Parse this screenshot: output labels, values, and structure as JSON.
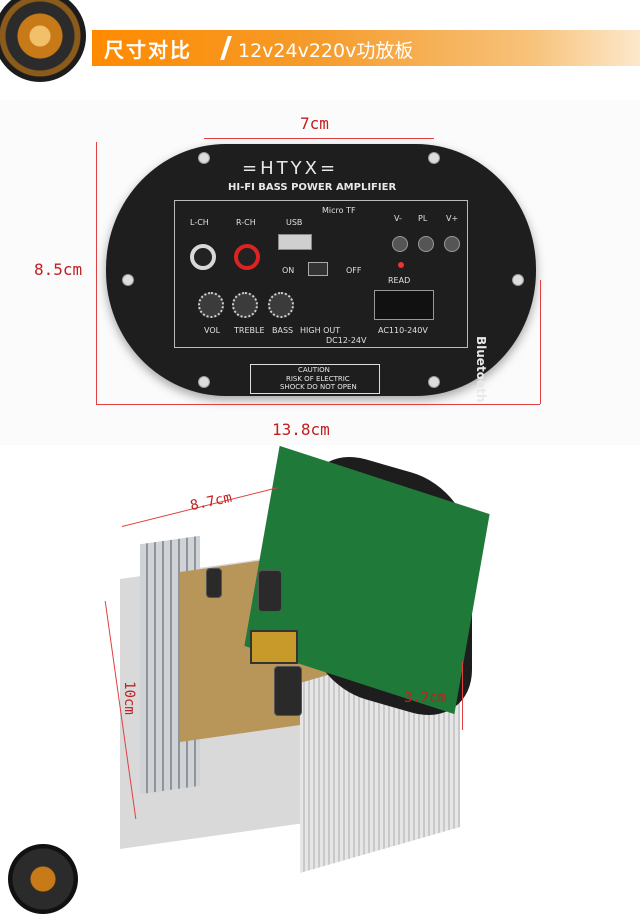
{
  "header": {
    "title": "尺寸对比",
    "subtitle": "12v24v220v功放板"
  },
  "front_panel": {
    "brand": "=HTYX=",
    "subtitle": "HI-FI BASS POWER AMPLIFIER",
    "labels": {
      "lch": "L-CH",
      "rch": "R-CH",
      "usb": "USB",
      "micro_tf": "Micro TF",
      "v_minus": "V-",
      "pl": "PL",
      "v_plus": "V+",
      "on": "ON",
      "off": "OFF",
      "read": "READ",
      "vol": "VOL",
      "treble": "TREBLE",
      "bass": "BASS",
      "high_out": "HIGH OUT",
      "dc": "DC12-24V",
      "ac": "AC110-240V",
      "bluetooth": "Bluetooth"
    },
    "warning": {
      "title": "CAUTION",
      "line1": "RISK OF ELECTRIC",
      "line2": "SHOCK DO NOT OPEN"
    },
    "dimensions": {
      "width_top": "7cm",
      "height_left": "8.5cm",
      "width_bottom": "13.8cm"
    }
  },
  "board": {
    "dimensions": {
      "length": "8.7cm",
      "height": "10cm",
      "depth": "3.2cm"
    }
  }
}
